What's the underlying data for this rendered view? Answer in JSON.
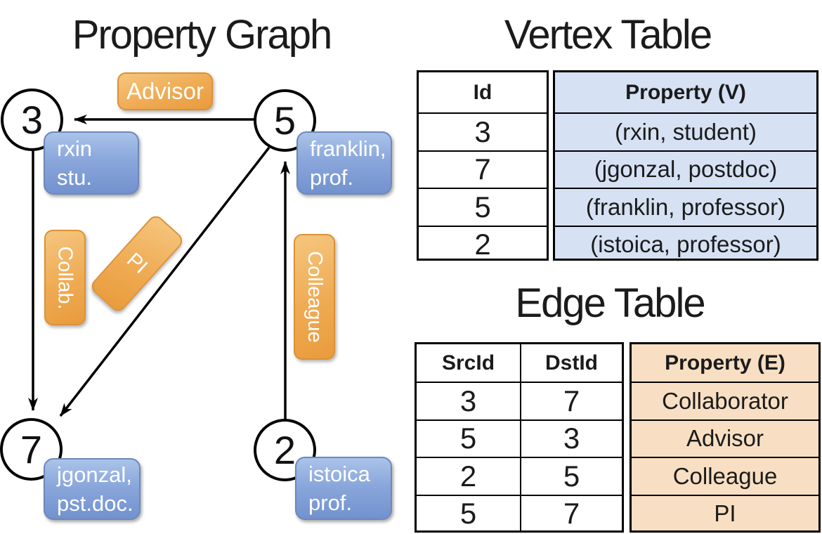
{
  "titles": {
    "graph": "Property Graph",
    "vertex_table": "Vertex Table",
    "edge_table": "Edge Table"
  },
  "graph": {
    "nodes": [
      {
        "id": "3",
        "label": [
          "rxin",
          "stu."
        ]
      },
      {
        "id": "5",
        "label": [
          "franklin,",
          "prof."
        ]
      },
      {
        "id": "7",
        "label": [
          "jgonzal,",
          "pst.doc."
        ]
      },
      {
        "id": "2",
        "label": [
          "istoica",
          "prof."
        ]
      }
    ],
    "edge_labels": [
      "Advisor",
      "Collab.",
      "PI",
      "Colleague"
    ],
    "edges": [
      {
        "src": "5",
        "dst": "3",
        "label": "Advisor"
      },
      {
        "src": "3",
        "dst": "7",
        "label": "Collab."
      },
      {
        "src": "5",
        "dst": "7",
        "label": "PI"
      },
      {
        "src": "2",
        "dst": "5",
        "label": "Colleague"
      }
    ]
  },
  "vertex_table": {
    "columns": [
      "Id",
      "Property (V)"
    ],
    "rows": [
      [
        "3",
        "(rxin, student)"
      ],
      [
        "7",
        "(jgonzal, postdoc)"
      ],
      [
        "5",
        "(franklin, professor)"
      ],
      [
        "2",
        "(istoica, professor)"
      ]
    ]
  },
  "edge_table": {
    "columns": [
      "SrcId",
      "DstId",
      "Property (E)"
    ],
    "rows": [
      [
        "3",
        "7",
        "Collaborator"
      ],
      [
        "5",
        "3",
        "Advisor"
      ],
      [
        "2",
        "5",
        "Colleague"
      ],
      [
        "5",
        "7",
        "PI"
      ]
    ]
  },
  "colors": {
    "edge_box_top": "#f5c67f",
    "edge_box_bottom": "#e99b3d",
    "edge_box_border": "#dc9135",
    "vertex_box_top": "#aac3ea",
    "vertex_box_bottom": "#7292cf",
    "vertex_box_border": "#6e88ba",
    "vertex_table_fill": "#d6e1f3",
    "edge_table_fill": "#f8dfc3",
    "line_color": "#000000",
    "text_on_boxes": "#ffffff"
  }
}
